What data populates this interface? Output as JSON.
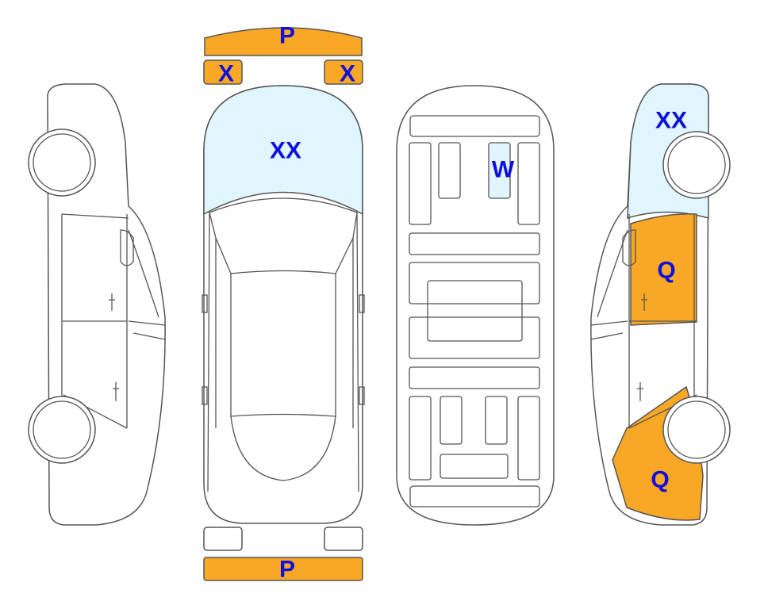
{
  "colors": {
    "outline": "#555555",
    "orange": "#F9A825",
    "light_blue": "#E0F5FD",
    "label": "#1010DD"
  },
  "marks": {
    "front_bumper": "P",
    "left_headlight": "X",
    "right_headlight": "X",
    "hood": "XX",
    "roof_panel": "W",
    "side_hood": "XX",
    "side_front_door": "Q",
    "side_rear_door": "Q",
    "rear_bumper": "P"
  }
}
